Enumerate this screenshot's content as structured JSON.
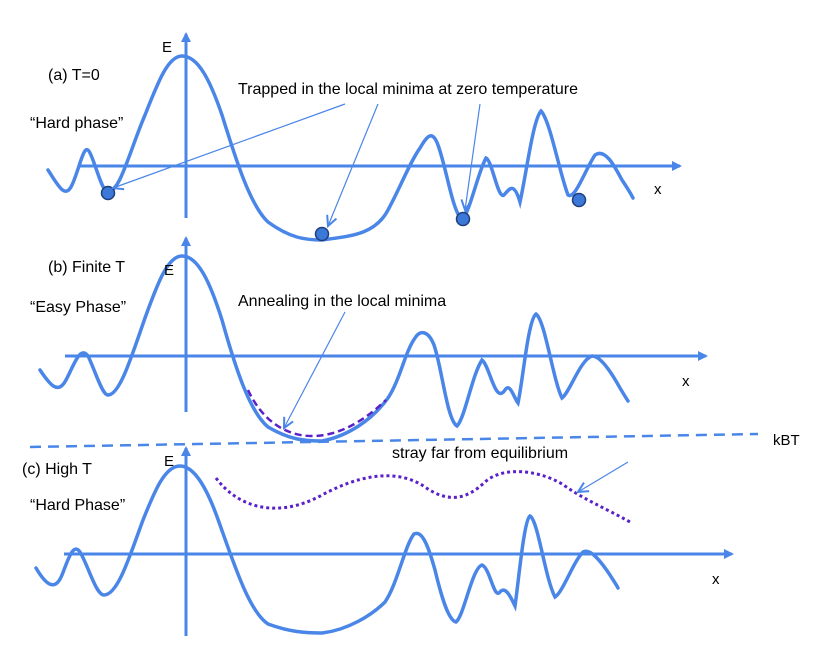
{
  "panels": [
    {
      "id": "a",
      "title": "(a)   T=0",
      "phase": "“Hard phase”",
      "axis_y_label": "E",
      "axis_x_label": "x",
      "annotation": "Trapped in the local minima at zero temperature"
    },
    {
      "id": "b",
      "title": "(b)   Finite T",
      "phase": "“Easy Phase”",
      "axis_y_label": "E",
      "axis_x_label": "x",
      "annotation": "Annealing in the local minima"
    },
    {
      "id": "c",
      "title": "(c)  High T",
      "phase": "“Hard Phase”",
      "axis_y_label": "E",
      "axis_x_label": "x",
      "annotation": "stray far from equilibrium"
    }
  ],
  "threshold_label": "kBT",
  "colors": {
    "curve": "#4a86e8",
    "axis": "#4a86e8",
    "ball_fill": "#3c78d8",
    "ball_stroke": "#1f3f7a",
    "dashed_path": "#5b21c9",
    "arrow": "#4a86e8"
  }
}
